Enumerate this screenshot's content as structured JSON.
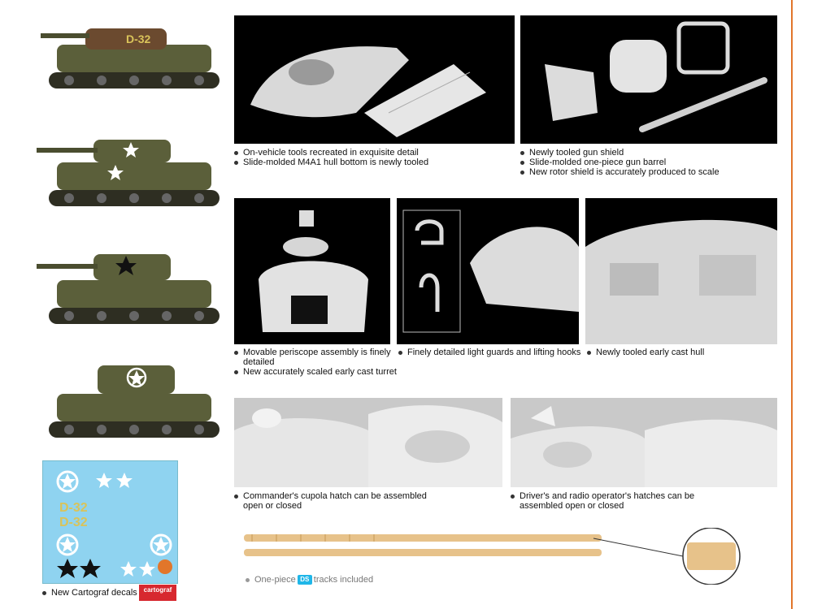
{
  "tanks": [
    {
      "name": "tank-profile-1",
      "turret_marking": "D-32",
      "turret_color": "#d9c35a"
    },
    {
      "name": "tank-profile-2",
      "insignia": "white-star-icon"
    },
    {
      "name": "tank-profile-3",
      "insignia": "black-star-icon"
    },
    {
      "name": "tank-profile-4",
      "insignia": "circled-star-icon"
    }
  ],
  "colors": {
    "olive": "#5b5f3a",
    "olive_dark": "#3f4228",
    "brown": "#6b4a2f",
    "accent_line": "#e2762a",
    "decal_bg": "#8fd3f0"
  },
  "captions": {
    "tools": {
      "lines": [
        "On-vehicle tools recreated in exquisite detail",
        "Slide-molded M4A1 hull bottom is newly tooled"
      ]
    },
    "gun": {
      "lines": [
        "Newly tooled gun shield",
        "Slide-molded one-piece gun barrel",
        "New rotor shield is accurately produced to scale"
      ]
    },
    "periscope": {
      "lines": [
        "Movable periscope assembly is finely detailed",
        "New accurately scaled early cast turret"
      ]
    },
    "guards": {
      "lines": [
        "Finely detailed light guards and lifting hooks"
      ]
    },
    "hull": {
      "lines": [
        "Newly tooled early cast hull"
      ]
    },
    "cupola": {
      "lines": [
        "Commander's cupola hatch can be assembled open or closed"
      ]
    },
    "hatches": {
      "lines": [
        "Driver's and radio operator's hatches can be assembled open or closed"
      ]
    }
  },
  "decals": {
    "label": "New Cartograf decals",
    "logo_text": "cartograf",
    "marking": "D-32"
  },
  "tracks": {
    "label_before": "One-piece",
    "label_logo": "DS",
    "label_after": "tracks included"
  }
}
